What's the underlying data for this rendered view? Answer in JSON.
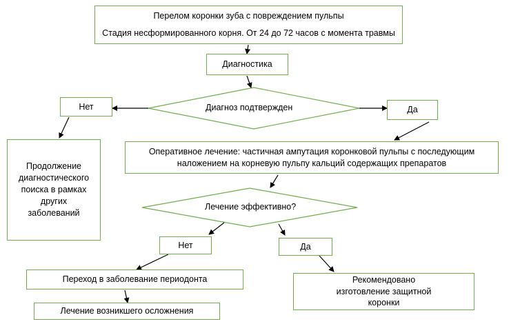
{
  "nodes": {
    "title": {
      "line1": "Перелом коронки зуба с повреждением пульпы",
      "line2": "Стадия несформированного корня. От 24 до 72 часов с момента травмы"
    },
    "diagnostics": "Диагностика",
    "decision_diagnosis": "Диагноз подтвержден",
    "no_1": "Нет",
    "yes_1": "Да",
    "continue_search": "Продолжение диагностического поиска в рамках других заболеваний",
    "surgery": "Оперативное лечение: частичная ампутация коронковой пульпы с последующим наложением на корневую пульпу кальций содержащих препаратов",
    "decision_effective": "Лечение эффективно?",
    "no_2": "Нет",
    "yes_2": "Да",
    "periodontitis": "Переход в заболевание периодонта",
    "complication": "Лечение возникшего осложнения",
    "crown": "Рекомендовано изготовление защитной коронки"
  },
  "colors": {
    "box_border": "#70ad47",
    "arrow": "#000000"
  }
}
